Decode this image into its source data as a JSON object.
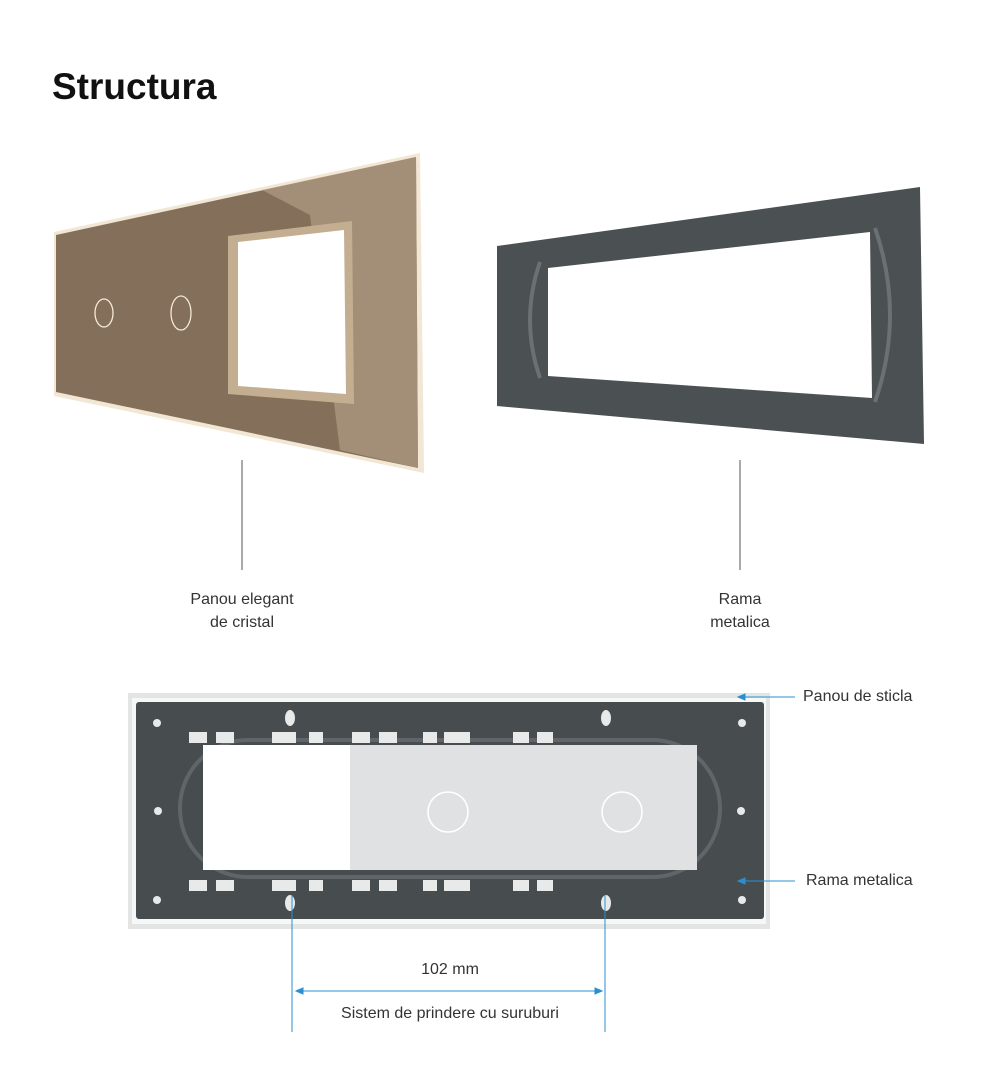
{
  "title": "Structura",
  "top_labels": {
    "glass_panel": [
      "Panou elegant",
      "de cristal"
    ],
    "metal_frame": [
      "Rama",
      "metalica"
    ]
  },
  "assembly_callouts": {
    "glass": "Panou de sticla",
    "frame": "Rama metalica"
  },
  "dimension": {
    "value": "102 mm",
    "caption": "Sistem de prindere cu suruburi"
  },
  "colors": {
    "glass_gold": "#8a7660",
    "frame_gray": "#4b5053",
    "accent_blue": "#2a8fd0"
  }
}
